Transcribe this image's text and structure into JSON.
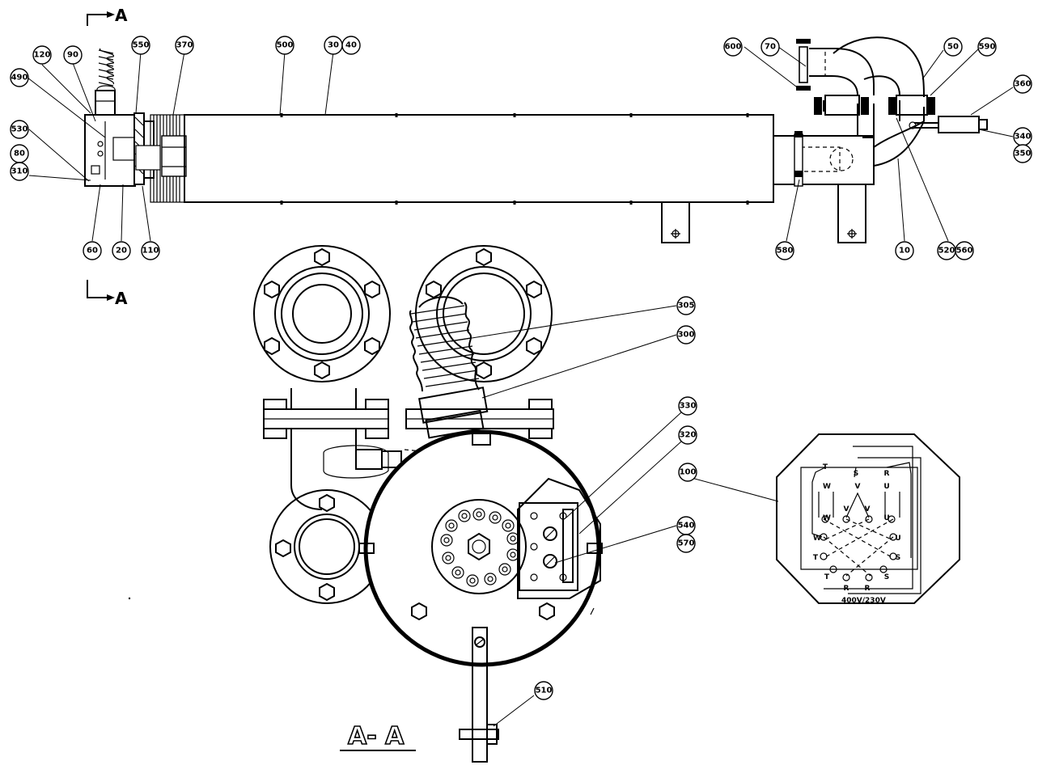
{
  "section_marks": {
    "top": "A",
    "bottom": "A"
  },
  "section_title": "A- A",
  "wiring": {
    "voltage": "400V/230V",
    "top_terms": [
      "T",
      "S",
      "R"
    ],
    "upper_left": [
      "W",
      "W",
      "W"
    ],
    "upper_mid": [
      "V",
      "V",
      "V"
    ],
    "upper_right": [
      "U",
      "U",
      "U"
    ],
    "lower": [
      "T",
      "T",
      "R",
      "R",
      "S",
      "S"
    ]
  },
  "balloons": {
    "b120": "120",
    "b90": "90",
    "b550": "550",
    "b370": "370",
    "b500": "500",
    "b30": "30",
    "b40": "40",
    "b490": "490",
    "b530": "530",
    "b80": "80",
    "b310": "310",
    "b60": "60",
    "b20": "20",
    "b110": "110",
    "b600": "600",
    "b70": "70",
    "b50": "50",
    "b590": "590",
    "b360": "360",
    "b340": "340",
    "b350": "350",
    "b580": "580",
    "b10": "10",
    "b520": "520",
    "b560": "560",
    "b305": "305",
    "b300": "300",
    "b330": "330",
    "b320": "320",
    "b100": "100",
    "b540": "540",
    "b570": "570",
    "b510": "510"
  }
}
